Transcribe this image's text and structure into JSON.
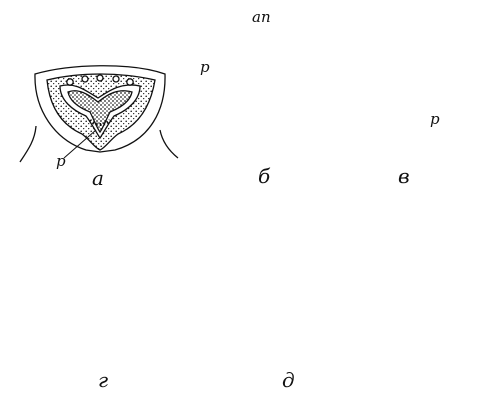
{
  "panels": [
    {
      "id": "a",
      "caption": "a",
      "labels": [
        "p"
      ]
    },
    {
      "id": "b",
      "caption": "б",
      "labels": [
        "p",
        "an"
      ]
    },
    {
      "id": "v",
      "caption": "в",
      "labels": [
        "p"
      ]
    },
    {
      "id": "g",
      "caption": "г",
      "labels": []
    },
    {
      "id": "d",
      "caption": "д",
      "labels": []
    }
  ],
  "colors": {
    "ink": "#111111",
    "paper": "#ffffff"
  }
}
